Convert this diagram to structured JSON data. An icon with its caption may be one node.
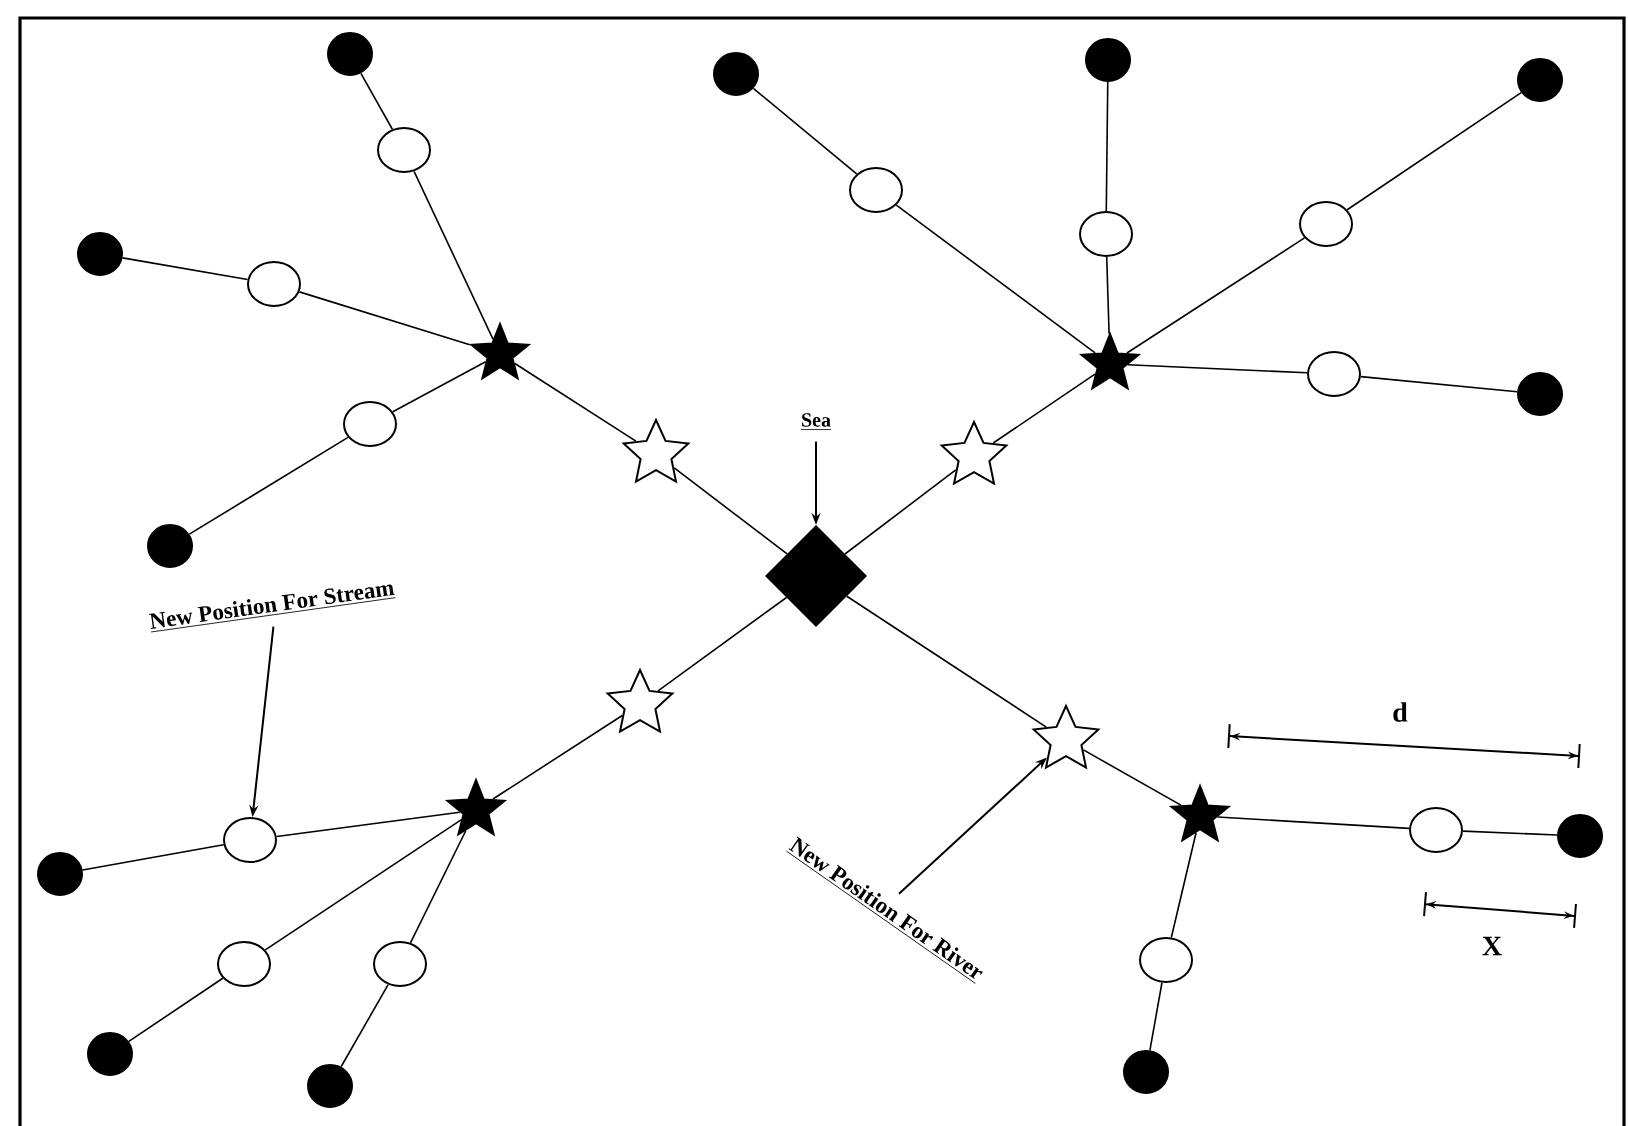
{
  "diagram": {
    "nodes": [
      {
        "text": [
          "Sea"
        ]
      },
      {
        "text": [],
        "shape": "diamond"
      },
      {
        "text": [],
        "shape": "star"
      },
      {
        "text": [],
        "shape": "star"
      },
      {
        "text": [],
        "shape": "circle"
      },
      {
        "text": [],
        "shape": "circle"
      },
      {
        "text": [],
        "shape": "circle"
      },
      {
        "text": [],
        "shape": "circle"
      },
      {
        "text": [],
        "shape": "circle"
      },
      {
        "text": [],
        "shape": "circle"
      },
      {
        "text": [],
        "shape": "star"
      },
      {
        "text": [],
        "shape": "star"
      },
      {
        "text": [],
        "shape": "circle"
      },
      {
        "text": [],
        "shape": "circle"
      },
      {
        "text": [],
        "shape": "circle"
      },
      {
        "text": [],
        "shape": "circle"
      },
      {
        "text": [],
        "shape": "circle"
      },
      {
        "text": [],
        "shape": "circle"
      },
      {
        "text": [],
        "shape": "circle"
      },
      {
        "text": [],
        "shape": "circle"
      },
      {
        "text": [],
        "shape": "star"
      },
      {
        "text": [],
        "shape": "star"
      },
      {
        "text": [],
        "shape": "circle"
      },
      {
        "text": [],
        "shape": "circle"
      },
      {
        "text": [],
        "shape": "circle"
      },
      {
        "text": [],
        "shape": "circle"
      },
      {
        "text": [],
        "shape": "circle"
      },
      {
        "text": [],
        "shape": "circle"
      },
      {
        "text": [],
        "shape": "star"
      },
      {
        "text": [],
        "shape": "star"
      },
      {
        "text": [],
        "shape": "circle"
      },
      {
        "text": [],
        "shape": "circle"
      },
      {
        "text": [],
        "shape": "circle"
      },
      {
        "text": [],
        "shape": "circle"
      },
      {
        "text": [
          "New Position For Stream"
        ]
      },
      {
        "text": [
          "New Position For River"
        ]
      }
    ],
    "edges": [
      {
        "from": 0,
        "to": 1,
        "arrow": "to"
      },
      {
        "from": 1,
        "to": 3,
        "arrow": "none"
      },
      {
        "from": 3,
        "to": 2,
        "arrow": "none"
      },
      {
        "from": 7,
        "to": 4,
        "arrow": "none"
      },
      {
        "from": 4,
        "to": 2,
        "arrow": "none"
      },
      {
        "from": 8,
        "to": 5,
        "arrow": "none"
      },
      {
        "from": 5,
        "to": 2,
        "arrow": "none"
      },
      {
        "from": 9,
        "to": 6,
        "arrow": "none"
      },
      {
        "from": 6,
        "to": 2,
        "arrow": "none"
      },
      {
        "from": 1,
        "to": 11,
        "arrow": "none"
      },
      {
        "from": 11,
        "to": 10,
        "arrow": "none"
      },
      {
        "from": 16,
        "to": 12,
        "arrow": "none"
      },
      {
        "from": 12,
        "to": 10,
        "arrow": "none"
      },
      {
        "from": 17,
        "to": 13,
        "arrow": "none"
      },
      {
        "from": 13,
        "to": 10,
        "arrow": "none"
      },
      {
        "from": 18,
        "to": 14,
        "arrow": "none"
      },
      {
        "from": 14,
        "to": 10,
        "arrow": "none"
      },
      {
        "from": 19,
        "to": 15,
        "arrow": "none"
      },
      {
        "from": 15,
        "to": 10,
        "arrow": "none"
      },
      {
        "from": 1,
        "to": 21,
        "arrow": "none"
      },
      {
        "from": 21,
        "to": 20,
        "arrow": "none"
      },
      {
        "from": 25,
        "to": 22,
        "arrow": "none"
      },
      {
        "from": 22,
        "to": 20,
        "arrow": "none"
      },
      {
        "from": 26,
        "to": 23,
        "arrow": "none"
      },
      {
        "from": 23,
        "to": 20,
        "arrow": "none"
      },
      {
        "from": 27,
        "to": 24,
        "arrow": "none"
      },
      {
        "from": 24,
        "to": 20,
        "arrow": "none"
      },
      {
        "from": 1,
        "to": 29,
        "arrow": "none"
      },
      {
        "from": 29,
        "to": 28,
        "arrow": "none"
      },
      {
        "from": 32,
        "to": 30,
        "arrow": "none"
      },
      {
        "from": 30,
        "to": 28,
        "arrow": "none"
      },
      {
        "from": 33,
        "to": 31,
        "arrow": "none"
      },
      {
        "from": 31,
        "to": 28,
        "arrow": "none"
      },
      {
        "from": 34,
        "to": 22,
        "arrow": "to"
      },
      {
        "from": 35,
        "to": 29,
        "arrow": "to"
      }
    ],
    "labels": [
      "d",
      "X"
    ]
  }
}
